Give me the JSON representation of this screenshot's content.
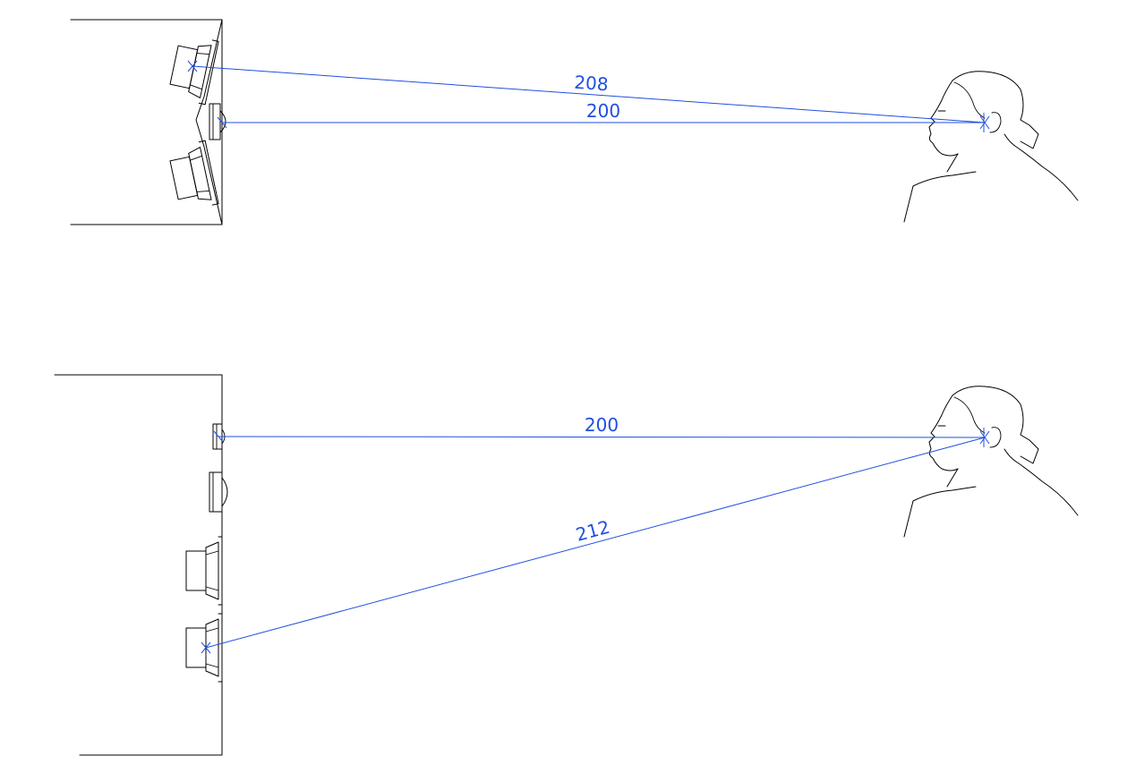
{
  "colors": {
    "line_art": "#000000",
    "dimension": "#1f4fe0",
    "background": "#ffffff"
  },
  "top_setup": {
    "dim_angled": {
      "label": "208"
    },
    "dim_straight": {
      "label": "200"
    }
  },
  "bottom_setup": {
    "dim_straight": {
      "label": "200"
    },
    "dim_angled": {
      "label": "212"
    }
  }
}
